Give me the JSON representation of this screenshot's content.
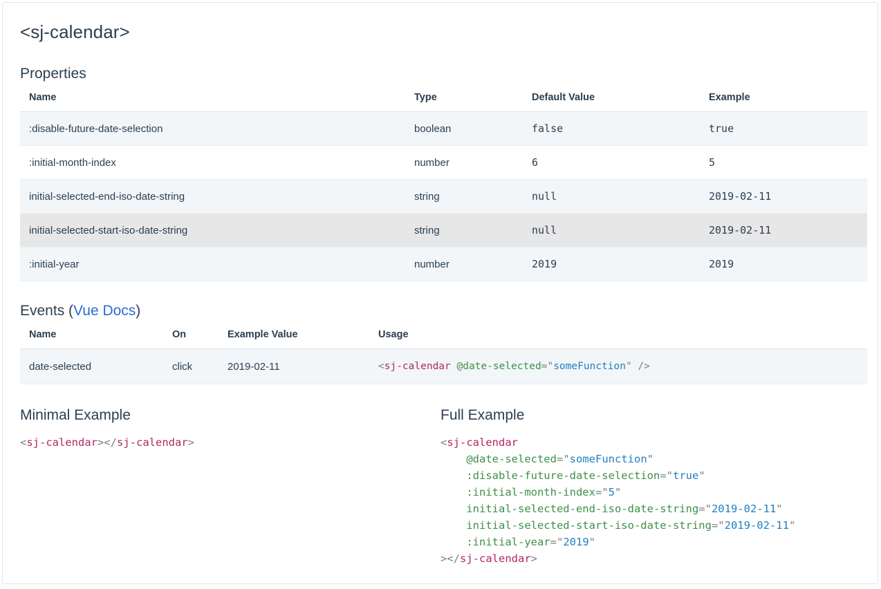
{
  "page": {
    "component_title": "<sj-calendar>"
  },
  "properties_section": {
    "heading": "Properties",
    "columns": [
      "Name",
      "Type",
      "Default Value",
      "Example"
    ],
    "rows": [
      {
        "name": ":disable-future-date-selection",
        "type": "boolean",
        "default": "false",
        "default_style": "literal",
        "example": "true",
        "example_style": "literal",
        "row_style": "stripe"
      },
      {
        "name": ":initial-month-index",
        "type": "number",
        "default": "6",
        "default_style": "literal",
        "example": "5",
        "example_style": "literal",
        "row_style": "plain"
      },
      {
        "name": "initial-selected-end-iso-date-string",
        "type": "string",
        "default": "null",
        "default_style": "plain",
        "example": "2019-02-11",
        "example_style": "plain",
        "row_style": "stripe"
      },
      {
        "name": "initial-selected-start-iso-date-string",
        "type": "string",
        "default": "null",
        "default_style": "plain",
        "example": "2019-02-11",
        "example_style": "plain",
        "row_style": "hover"
      },
      {
        "name": ":initial-year",
        "type": "number",
        "default": "2019",
        "default_style": "literal",
        "example": "2019",
        "example_style": "literal",
        "row_style": "stripe"
      }
    ]
  },
  "events_section": {
    "heading_prefix": "Events (",
    "heading_link": "Vue Docs",
    "heading_suffix": ")",
    "columns": [
      "Name",
      "On",
      "Example Value",
      "Usage"
    ],
    "rows": [
      {
        "name": "date-selected",
        "on": "click",
        "example_value": "2019-02-11",
        "usage": {
          "open": "<",
          "tag": "sj-calendar",
          "space": " ",
          "attr": "@date-selected",
          "eq": "=",
          "quote_open": "\"",
          "value": "someFunction",
          "quote_close": "\"",
          "close": " />"
        },
        "row_style": "stripe"
      }
    ]
  },
  "minimal_example": {
    "heading": "Minimal Example",
    "code": {
      "open_lt": "<",
      "tag_open": "sj-calendar",
      "gt1": ">",
      "close_lt": "</",
      "tag_close": "sj-calendar",
      "gt2": ">"
    }
  },
  "full_example": {
    "heading": "Full Example",
    "code": {
      "open_lt": "<",
      "tag_open": "sj-calendar",
      "attributes": [
        {
          "name": "@date-selected",
          "value": "someFunction"
        },
        {
          "name": ":disable-future-date-selection",
          "value": "true"
        },
        {
          "name": ":initial-month-index",
          "value": "5"
        },
        {
          "name": "initial-selected-end-iso-date-string",
          "value": "2019-02-11"
        },
        {
          "name": "initial-selected-start-iso-date-string",
          "value": "2019-02-11"
        },
        {
          "name": ":initial-year",
          "value": "2019"
        }
      ],
      "close_prefix": ">",
      "close_lt": "</",
      "tag_close": "sj-calendar",
      "gt_final": ">"
    }
  },
  "colors": {
    "tag": "#b02863",
    "attribute": "#3f8f46",
    "string": "#1f7fc2",
    "punctuation": "#7a7f83",
    "link": "#2b6cd4",
    "stripe_row": "#f2f6f8",
    "hover_row": "#e7e7e7",
    "text": "#2c3e50"
  }
}
